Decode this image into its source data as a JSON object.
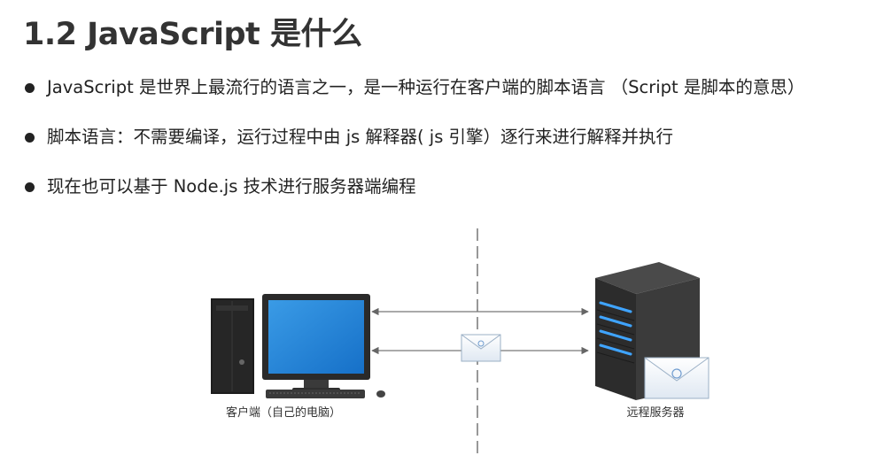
{
  "slide": {
    "title": "1.2 JavaScript 是什么",
    "bullets": [
      "JavaScript 是世界上最流行的语言之一，是一种运行在客户端的脚本语言 （Script 是脚本的意思）",
      "脚本语言：不需要编译，运行过程中由 js 解释器( js 引擎）逐行来进行解释并执行",
      "现在也可以基于 Node.js 技术进行服务器端编程"
    ]
  },
  "diagram": {
    "client_label": "客户端（自己的电脑）",
    "server_label": "远程服务器",
    "icons": [
      "computer-tower-icon",
      "monitor-icon",
      "keyboard-icon",
      "mouse-icon",
      "envelope-icon",
      "server-icon"
    ]
  }
}
